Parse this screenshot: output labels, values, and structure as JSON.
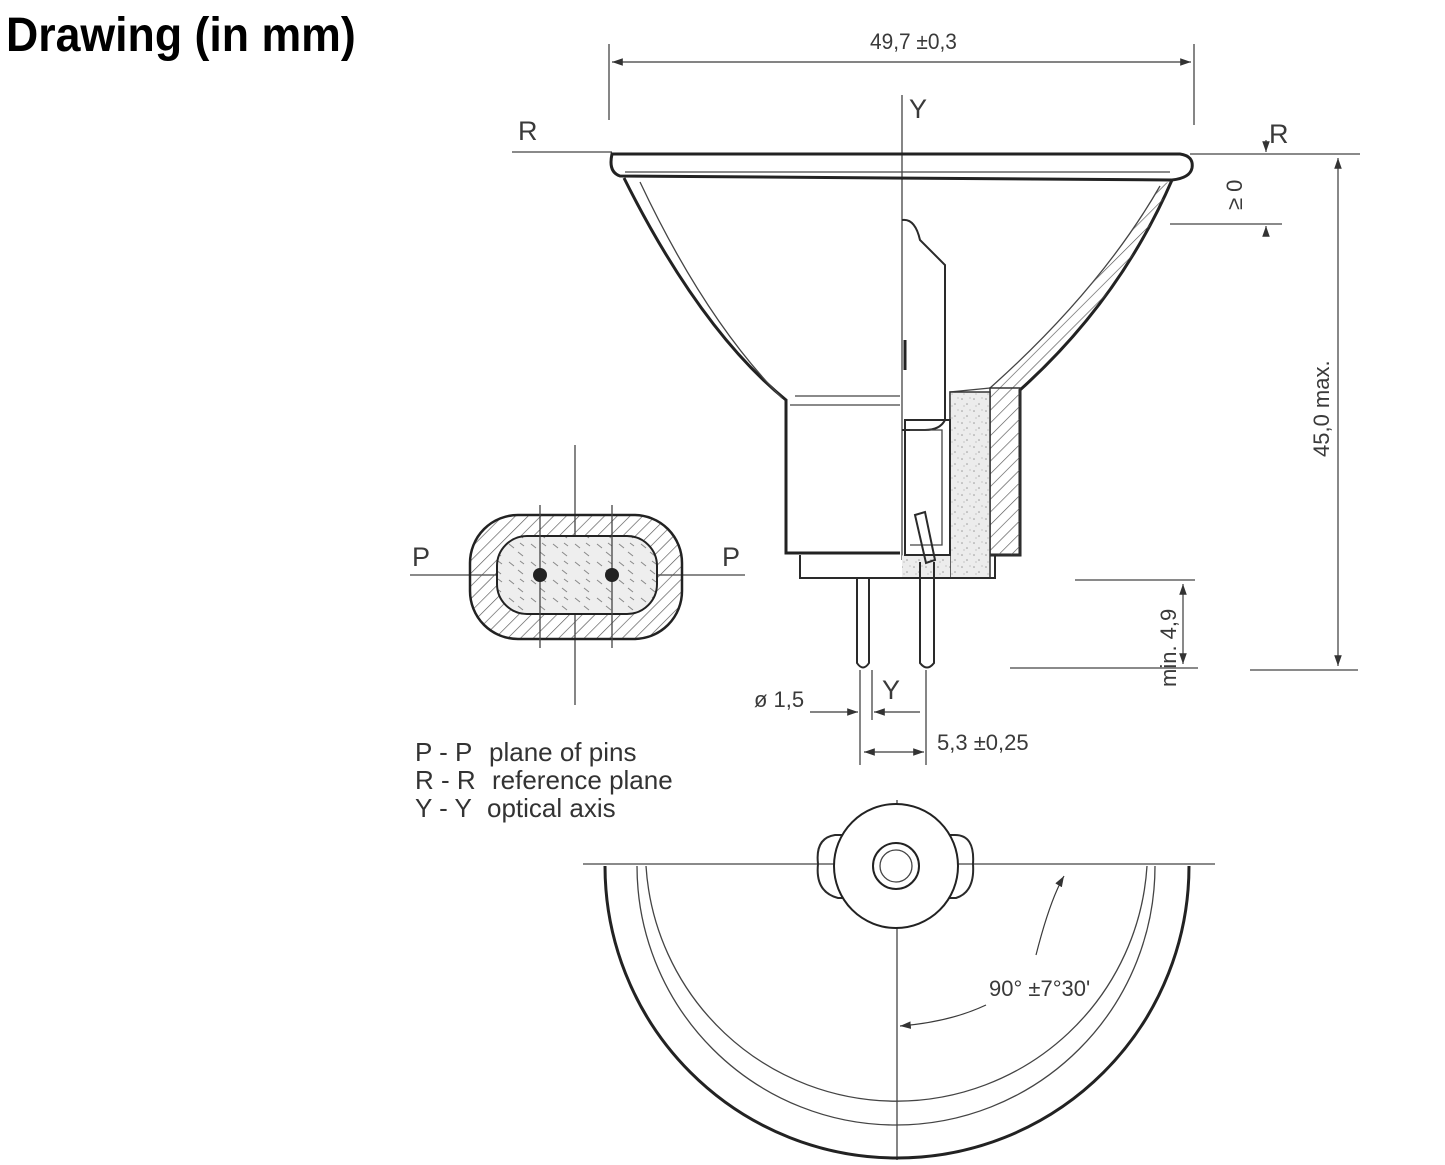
{
  "title": "Drawing (in mm)",
  "dimensions": {
    "width": "49,7 ±0,3",
    "height": "45,0 max.",
    "rim_offset": "≥ 0",
    "pin_min": "min. 4,9",
    "pin_diameter": "ø 1,5",
    "pin_spacing": "5,3 ±0,25",
    "angle": "90° ±7°30'"
  },
  "axis_labels": {
    "reference_left": "R",
    "reference_right": "R",
    "optical_top": "Y",
    "optical_bottom": "Y",
    "pins_left": "P",
    "pins_right": "P"
  },
  "legend": [
    {
      "code": "P - P",
      "text": "plane of pins"
    },
    {
      "code": "R - R",
      "text": "reference plane"
    },
    {
      "code": "Y - Y",
      "text": "optical axis"
    }
  ]
}
